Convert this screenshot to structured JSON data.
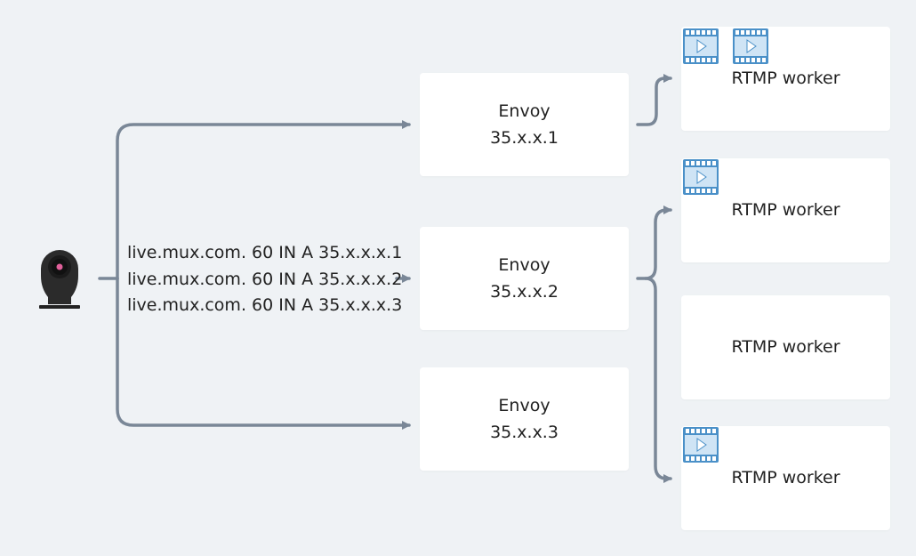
{
  "diagram": {
    "dns_records": [
      "live.mux.com. 60 IN A 35.x.x.x.1",
      "live.mux.com. 60 IN A 35.x.x.x.2",
      "live.mux.com. 60 IN A 35.x.x.x.3"
    ],
    "envoys": [
      {
        "name": "Envoy",
        "ip": "35.x.x.1"
      },
      {
        "name": "Envoy",
        "ip": "35.x.x.2"
      },
      {
        "name": "Envoy",
        "ip": "35.x.x.3"
      }
    ],
    "workers": [
      {
        "label": "RTMP worker",
        "streams": 2
      },
      {
        "label": "RTMP worker",
        "streams": 1
      },
      {
        "label": "RTMP worker",
        "streams": 0
      },
      {
        "label": "RTMP worker",
        "streams": 1
      }
    ],
    "icons": {
      "source": "webcam-icon",
      "stream": "video-stream-icon"
    },
    "colors": {
      "background": "#eff2f5",
      "box": "#ffffff",
      "connector": "#7a8797",
      "film_frame": "#4a90c8",
      "film_fill": "#cfe4f5",
      "camera_body": "#2b2b2b",
      "camera_lens_dot": "#e0609a"
    }
  }
}
